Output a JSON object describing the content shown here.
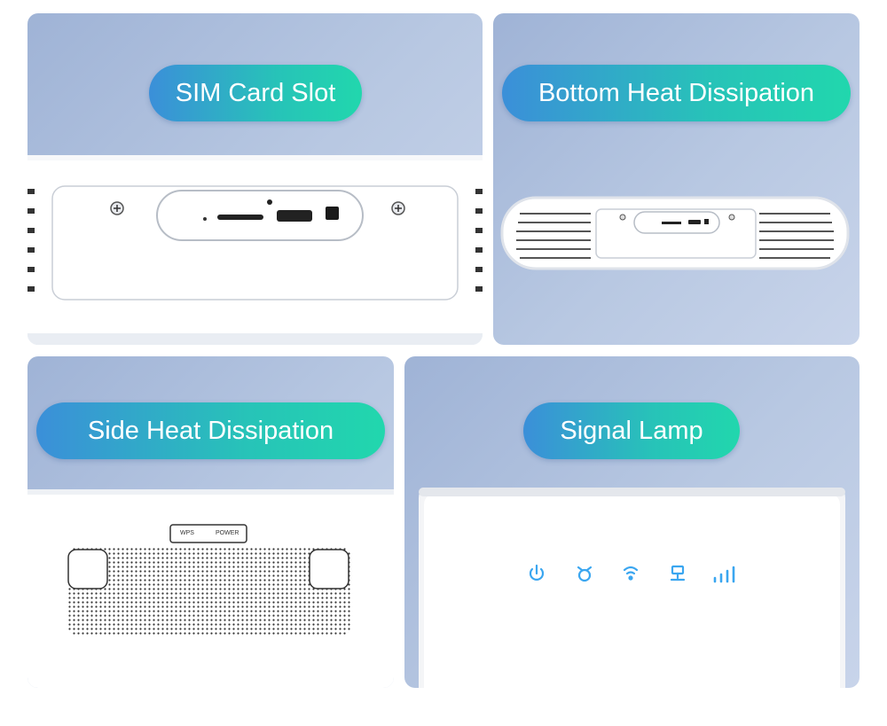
{
  "panels": [
    {
      "label": "SIM Card Slot"
    },
    {
      "label": "Bottom Heat Dissipation"
    },
    {
      "label": "Side Heat Dissipation"
    },
    {
      "label": "Signal Lamp"
    }
  ],
  "side_buttons": {
    "wps": "WPS",
    "power": "POWER"
  },
  "colors": {
    "pill_start": "#3b8fd9",
    "pill_end": "#21d7ad",
    "panel_bg": "#b0c2df",
    "indicator_blue": "#3aa6f0"
  },
  "icons": [
    "power-icon",
    "alarm-icon",
    "wifi-icon",
    "lan-icon",
    "signal-bars-icon"
  ]
}
